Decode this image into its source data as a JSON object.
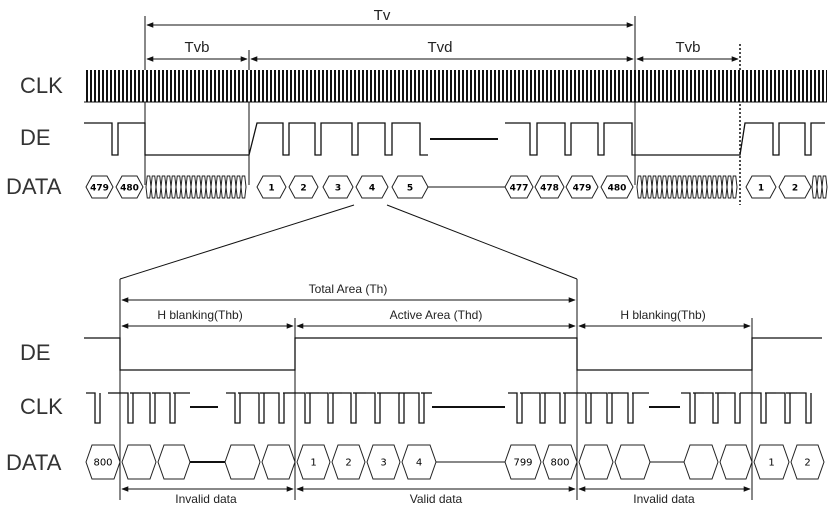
{
  "top": {
    "signals": {
      "clk": "CLK",
      "de": "DE",
      "data": "DATA"
    },
    "dims": {
      "tv": "Tv",
      "tvb_left": "Tvb",
      "tvd": "Tvd",
      "tvb_right": "Tvb"
    },
    "cells": {
      "c479a": "479",
      "c480a": "480",
      "c1": "1",
      "c2": "2",
      "c3": "3",
      "c4": "4",
      "c5": "5",
      "c477": "477",
      "c478": "478",
      "c479b": "479",
      "c480b": "480",
      "d1": "1",
      "d2": "2"
    }
  },
  "bottom": {
    "signals": {
      "de": "DE",
      "clk": "CLK",
      "data": "DATA"
    },
    "dims": {
      "total": "Total Area (Th)",
      "hblank_left": "H blanking(Thb)",
      "active": "Active Area (Thd)",
      "hblank_right": "H blanking(Thb)",
      "invalid_left": "Invalid data",
      "valid": "Valid data",
      "invalid_right": "Invalid data"
    },
    "cells": {
      "c800a": "800",
      "c1": "1",
      "c2": "2",
      "c3": "3",
      "c4": "4",
      "c799": "799",
      "c800b": "800",
      "d1": "1",
      "d2": "2"
    }
  }
}
